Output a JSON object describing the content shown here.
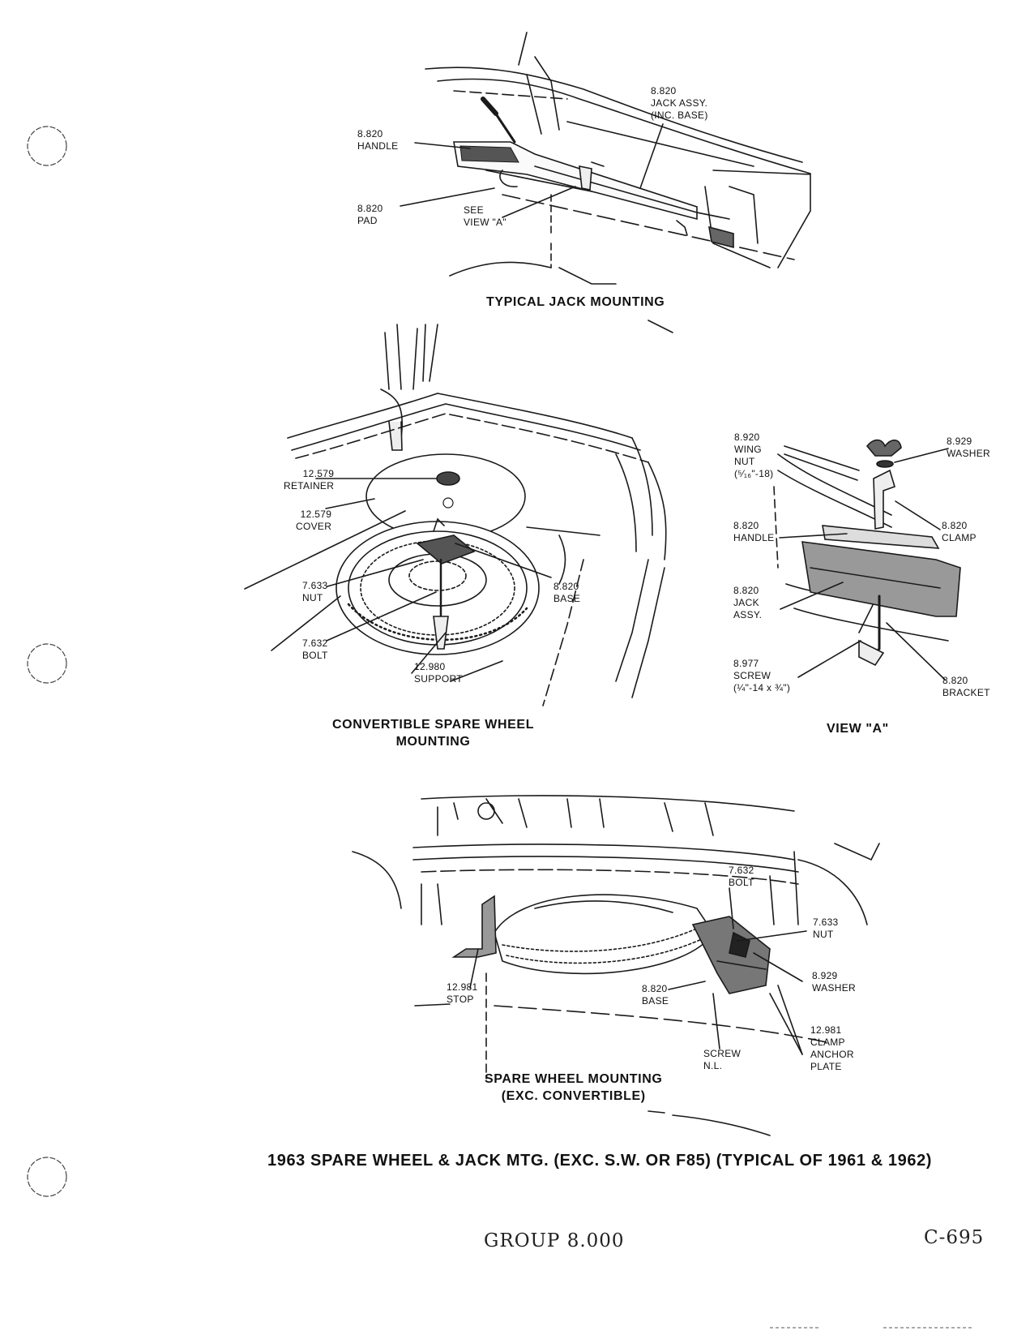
{
  "figure_title": "1963 SPARE WHEEL & JACK MTG. (EXC. S.W. OR F85) (TYPICAL OF 1961 & 1962)",
  "footer": {
    "group": "GROUP 8.000",
    "page_code": "C-695"
  },
  "views": {
    "jack": {
      "caption": "TYPICAL JACK MOUNTING",
      "labels": {
        "jack_assy": [
          "8.820",
          "JACK ASSY.",
          "(INC. BASE)"
        ],
        "handle": [
          "8.820",
          "HANDLE"
        ],
        "pad": [
          "8.820",
          "PAD"
        ],
        "see_view": [
          "SEE",
          "VIEW \"A\""
        ]
      }
    },
    "convertible": {
      "caption": [
        "CONVERTIBLE SPARE WHEEL",
        "MOUNTING"
      ],
      "labels": {
        "retainer": [
          "12.579",
          "RETAINER"
        ],
        "cover": [
          "12.579",
          "COVER"
        ],
        "nut": [
          "7.633",
          "NUT"
        ],
        "bolt": [
          "7.632",
          "BOLT"
        ],
        "base": [
          "8.820",
          "BASE"
        ],
        "support": [
          "12.980",
          "SUPPORT"
        ]
      }
    },
    "view_a": {
      "caption": "VIEW \"A\"",
      "labels": {
        "wing_nut": [
          "8.920",
          "WING",
          "NUT",
          "(⁵⁄₁₆\"-18)"
        ],
        "washer": [
          "8.929",
          "WASHER"
        ],
        "handle": [
          "8.820",
          "HANDLE"
        ],
        "clamp": [
          "8.820",
          "CLAMP"
        ],
        "jack_assy": [
          "8.820",
          "JACK",
          "ASSY."
        ],
        "screw": [
          "8.977",
          "SCREW",
          "(¼\"-14 x ¾\")"
        ],
        "bracket": [
          "8.820",
          "BRACKET"
        ]
      }
    },
    "exc_convertible": {
      "caption": [
        "SPARE WHEEL MOUNTING",
        "(EXC. CONVERTIBLE)"
      ],
      "labels": {
        "bolt": [
          "7.632",
          "BOLT"
        ],
        "nut": [
          "7.633",
          "NUT"
        ],
        "washer": [
          "8.929",
          "WASHER"
        ],
        "clamp_anchor_plate": [
          "12.981",
          "CLAMP",
          "ANCHOR",
          "PLATE"
        ],
        "stop": [
          "12.981",
          "STOP"
        ],
        "base": [
          "8.820",
          "BASE"
        ],
        "screw": [
          "SCREW",
          "N.L."
        ]
      }
    }
  }
}
